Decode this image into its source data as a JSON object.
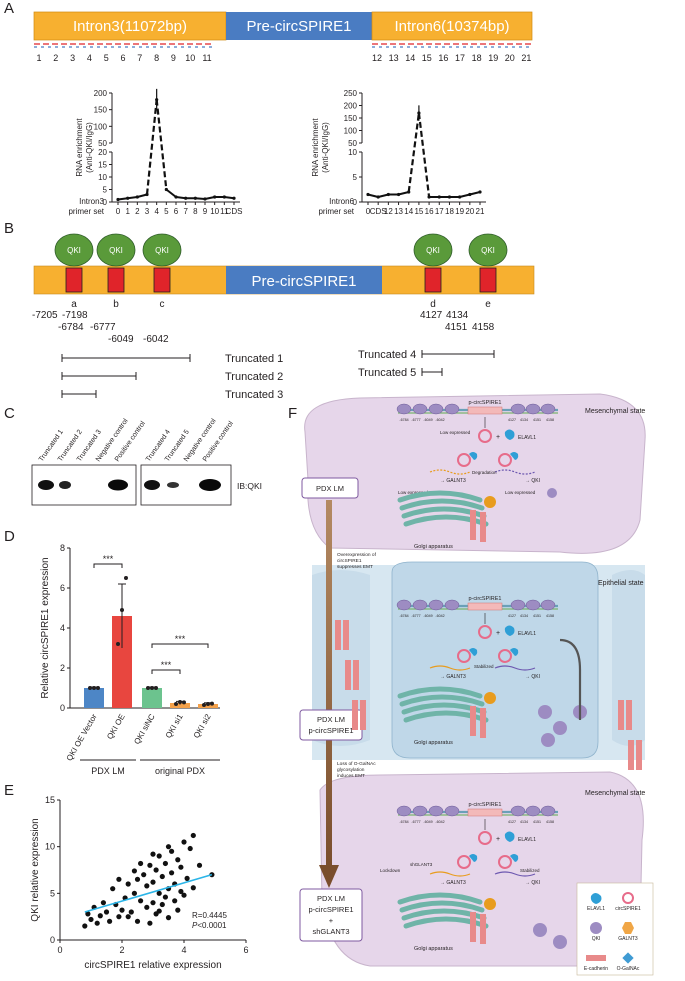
{
  "panels": {
    "a": "A",
    "b": "B",
    "c": "C",
    "d": "D",
    "e": "E",
    "f": "F"
  },
  "colors": {
    "intron": "#f7b030",
    "circ": "#4a7cc2",
    "qki": "#5a9a3a",
    "site": "#e0242a",
    "bar_blue": "#4d86c6",
    "bar_red": "#e8463f",
    "bar_green": "#6cc38e",
    "bar_orange": "#f4a14a",
    "trend": "#2bb5e8",
    "arrow": "#8b5e3c",
    "cell": "#e6d6ea",
    "epi": "#d7e7f1"
  },
  "panelA": {
    "bar_left": "Intron3(11072bp)",
    "bar_mid": "Pre-circSPIRE1",
    "bar_right": "Intron6(10374bp)",
    "left_nums": [
      "1",
      "2",
      "3",
      "4",
      "5",
      "6",
      "7",
      "8",
      "9",
      "10",
      "11"
    ],
    "right_nums": [
      "12",
      "13",
      "14",
      "15",
      "16",
      "17",
      "18",
      "19",
      "20",
      "21"
    ]
  },
  "panelB": {
    "center": "Pre-circSPIRE1",
    "qki": "QKI",
    "sites": [
      "a",
      "b",
      "c",
      "d",
      "e"
    ],
    "coords": [
      "-7205",
      "-7198",
      "-6784",
      "-6777",
      "-6049",
      "-6042",
      "4127",
      "4134",
      "4151",
      "4158"
    ],
    "truncated": [
      "Truncated 1",
      "Truncated 2",
      "Truncated 3",
      "Truncated 4",
      "Truncated 5"
    ]
  },
  "panelC": {
    "lanes": [
      "Truncated 1",
      "Truncated 2",
      "Truncated 3",
      "Negative control",
      "Positive control",
      "Truncated 4",
      "Truncated 5",
      "Negative control",
      "Positive control"
    ],
    "ib": "IB:QKI"
  },
  "panelD_groups": {
    "left": "PDX LM",
    "right": "original PDX",
    "sig": [
      "***",
      "***",
      "***"
    ]
  },
  "panelE_stats": {
    "r": "R=0.4445",
    "p_label": "P",
    "p_value": "<0.0001"
  },
  "panelF": {
    "states": [
      "Mesenchymal state",
      "Epithelial state",
      "Mesenchymal state"
    ],
    "models": [
      [
        "PDX LM"
      ],
      [
        "PDX LM",
        "p-circSPIRE1"
      ],
      [
        "PDX LM",
        "p-circSPIRE1",
        "+",
        "shGLANT3"
      ]
    ],
    "transitions": [
      [
        "Overexpression of",
        "circSPIRE1",
        "suppresses EMT"
      ],
      [
        "Loss of O-GalNAc",
        "glycosylation",
        "induces EMT"
      ]
    ],
    "plasmid": "p-circSPIRE1",
    "site_nums": [
      "-6784",
      "-6777",
      "-6049",
      "-6042",
      "4127",
      "4134",
      "4151",
      "4158"
    ],
    "elavl": "ELAVL1",
    "galnt": "GALNT3",
    "qki": "QKI",
    "golgi": "Golgi apparatus",
    "low_expressed": "Low expressed",
    "degradation": "Degradation",
    "stabilized": "Stabilized",
    "lockdown": "Lockdown",
    "shglant": "shGLANT3",
    "legend": [
      "ELAVL1",
      "circSPIRE1",
      "QKI",
      "GALNT3",
      "E-cadherin",
      "O-GalNAc"
    ]
  },
  "chart_data": [
    {
      "type": "line",
      "title": "",
      "xlabel": "Intron3 primer set",
      "ylabel": "RNA enrichment (Anti-QKI/IgG)",
      "categories": [
        "0",
        "1",
        "2",
        "3",
        "4",
        "5",
        "6",
        "7",
        "8",
        "9",
        "10",
        "11",
        "CDS"
      ],
      "values": [
        1,
        1.5,
        2,
        3,
        180,
        5,
        2,
        1.5,
        1.5,
        1.2,
        2,
        2,
        1.5
      ],
      "y_ticks_lower": [
        "0",
        "5",
        "10",
        "15",
        "20"
      ],
      "y_ticks_upper": [
        "50",
        "100",
        "150",
        "200"
      ],
      "ylim": [
        0,
        200
      ],
      "y_break": [
        20,
        50
      ]
    },
    {
      "type": "line",
      "title": "",
      "xlabel": "Intron6 primer set",
      "ylabel": "RNA enrichment (Anti-QKI/IgG)",
      "categories": [
        "0",
        "CDS",
        "12",
        "13",
        "14",
        "15",
        "16",
        "17",
        "18",
        "19",
        "20",
        "21"
      ],
      "values": [
        1.5,
        1,
        1.5,
        1.5,
        2,
        170,
        1,
        1,
        1,
        1,
        1.5,
        2
      ],
      "y_ticks_lower": [
        "0",
        "5",
        "10"
      ],
      "y_ticks_upper": [
        "50",
        "100",
        "150",
        "200",
        "250"
      ],
      "ylim": [
        0,
        250
      ],
      "y_break": [
        10,
        50
      ]
    },
    {
      "type": "bar",
      "title": "",
      "xlabel": "",
      "ylabel": "Relative circSPIRE1 expression",
      "categories": [
        "QKI OE Vector",
        "QKI OE",
        "QKI siNC",
        "QKI si1",
        "QKI si2"
      ],
      "values": [
        1.0,
        4.6,
        1.0,
        0.25,
        0.2
      ],
      "errors": [
        0.05,
        1.6,
        0.05,
        0.08,
        0.06
      ],
      "points": [
        [
          1,
          1,
          1
        ],
        [
          3.2,
          4.9,
          6.5
        ],
        [
          1,
          1,
          1
        ],
        [
          0.2,
          0.3,
          0.28
        ],
        [
          0.15,
          0.2,
          0.22
        ]
      ],
      "y_ticks": [
        "0",
        "2",
        "4",
        "6",
        "8"
      ],
      "ylim": [
        0,
        8
      ]
    },
    {
      "type": "scatter",
      "title": "",
      "xlabel": "circSPIRE1 relative expression",
      "ylabel": "QKI relative expression",
      "x_ticks": [
        "0",
        "2",
        "4",
        "6"
      ],
      "y_ticks": [
        "0",
        "5",
        "10",
        "15"
      ],
      "xlim": [
        0,
        6
      ],
      "ylim": [
        0,
        15
      ],
      "trend": [
        [
          0.8,
          3.0
        ],
        [
          4.9,
          7.0
        ]
      ],
      "points": [
        [
          0.8,
          1.5
        ],
        [
          0.9,
          2.8
        ],
        [
          1.0,
          2.2
        ],
        [
          1.1,
          3.5
        ],
        [
          1.2,
          1.8
        ],
        [
          1.3,
          2.6
        ],
        [
          1.4,
          4.0
        ],
        [
          1.5,
          3.0
        ],
        [
          1.6,
          2.0
        ],
        [
          1.7,
          5.5
        ],
        [
          1.8,
          3.8
        ],
        [
          1.9,
          2.5
        ],
        [
          2.0,
          3.2
        ],
        [
          2.1,
          4.5
        ],
        [
          2.2,
          6.0
        ],
        [
          2.3,
          3.0
        ],
        [
          2.4,
          5.0
        ],
        [
          2.5,
          6.5
        ],
        [
          2.5,
          2.0
        ],
        [
          2.6,
          4.2
        ],
        [
          2.7,
          7.0
        ],
        [
          2.8,
          3.5
        ],
        [
          2.8,
          5.8
        ],
        [
          2.9,
          8.0
        ],
        [
          3.0,
          4.0
        ],
        [
          3.0,
          6.2
        ],
        [
          3.1,
          2.8
        ],
        [
          3.1,
          7.5
        ],
        [
          3.2,
          5.0
        ],
        [
          3.2,
          9.0
        ],
        [
          3.3,
          3.8
        ],
        [
          3.3,
          6.8
        ],
        [
          3.4,
          4.6
        ],
        [
          3.4,
          8.2
        ],
        [
          3.5,
          5.5
        ],
        [
          3.5,
          2.4
        ],
        [
          3.6,
          7.2
        ],
        [
          3.6,
          9.5
        ],
        [
          3.7,
          4.2
        ],
        [
          3.7,
          6.0
        ],
        [
          3.8,
          8.6
        ],
        [
          3.8,
          3.2
        ],
        [
          3.9,
          5.2
        ],
        [
          3.9,
          7.8
        ],
        [
          4.0,
          10.5
        ],
        [
          4.0,
          4.8
        ],
        [
          4.1,
          6.6
        ],
        [
          4.2,
          9.8
        ],
        [
          4.3,
          11.2
        ],
        [
          4.3,
          5.6
        ],
        [
          2.6,
          8.2
        ],
        [
          2.9,
          1.8
        ],
        [
          3.2,
          3.1
        ],
        [
          3.5,
          10.0
        ],
        [
          2.2,
          2.5
        ],
        [
          1.9,
          6.5
        ],
        [
          3.0,
          9.2
        ],
        [
          4.5,
          8.0
        ],
        [
          4.9,
          7.0
        ],
        [
          2.4,
          7.4
        ]
      ]
    }
  ]
}
